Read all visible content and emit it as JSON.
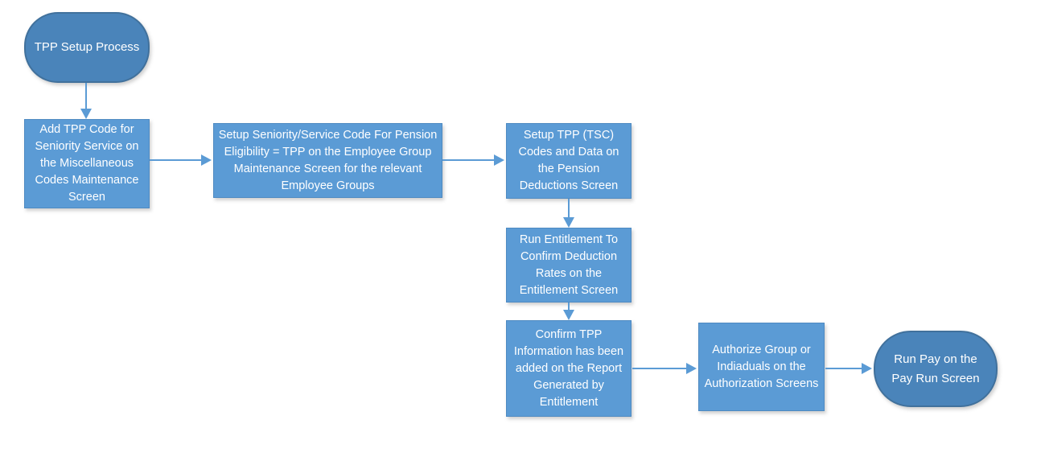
{
  "diagram": {
    "title": "TPP Setup Process",
    "colors": {
      "process_fill": "#5b9bd5",
      "process_border": "#4e8ac2",
      "terminator_fill": "#4a84ba",
      "terminator_border": "#41719c",
      "arrow": "#5b9bd5",
      "text": "#ffffff",
      "background": "#ffffff"
    },
    "nodes": {
      "start": {
        "type": "terminator",
        "label": "TPP Setup Process"
      },
      "step1": {
        "type": "process",
        "label": "Add TPP Code for Seniority Service on the Miscellaneous Codes Maintenance Screen"
      },
      "step2": {
        "type": "process",
        "label": "Setup Seniority/Service Code For Pension Eligibility = TPP on the Employee Group Maintenance Screen for the relevant Employee Groups"
      },
      "step3": {
        "type": "process",
        "label": "Setup TPP (TSC) Codes and Data on the Pension Deductions Screen"
      },
      "step4": {
        "type": "process",
        "label": "Run Entitlement To Confirm Deduction Rates on the Entitlement Screen"
      },
      "step5": {
        "type": "process",
        "label": "Confirm TPP Information has been added on the Report Generated by Entitlement"
      },
      "step6": {
        "type": "process",
        "label": "Authorize Group or Indiaduals on the Authorization Screens"
      },
      "end": {
        "type": "terminator",
        "label": "Run Pay on the Pay Run Screen"
      }
    },
    "connections": [
      "start -> step1",
      "step1 -> step2",
      "step2 -> step3",
      "step3 -> step4",
      "step4 -> step5",
      "step5 -> step6",
      "step6 -> end"
    ]
  }
}
